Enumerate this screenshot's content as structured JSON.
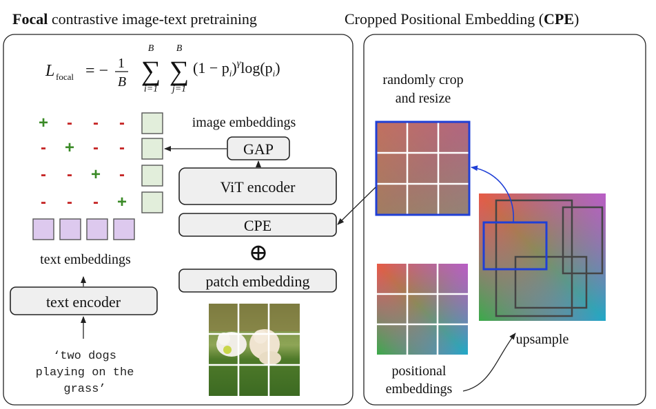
{
  "left_panel": {
    "title_bold": "Focal",
    "title_rest": " contrastive image-text pretraining",
    "loss": {
      "lhs": "L",
      "lhs_sub": "focal",
      "eq": "= −",
      "frac_num": "1",
      "frac_den": "B",
      "sum_top": "B",
      "sum_i": "i=1",
      "sum_j": "j=1",
      "sigma": "∑",
      "term": "(1 − p",
      "term_i": "i",
      "term_close": ")",
      "gamma": "γ",
      "log": "log(p",
      "log_i": "i",
      "log_close": ")"
    },
    "matrix_signs": [
      [
        "+",
        "-",
        "-",
        "-"
      ],
      [
        "-",
        "+",
        "-",
        "-"
      ],
      [
        "-",
        "-",
        "+",
        "-"
      ],
      [
        "-",
        "-",
        "-",
        "+"
      ]
    ],
    "image_embeddings_label": "image embeddings",
    "text_embeddings_label": "text embeddings",
    "gap_label": "GAP",
    "vit_label": "ViT encoder",
    "cpe_label": "CPE",
    "oplus": "⊕",
    "patch_label": "patch embedding",
    "text_encoder_label": "text encoder",
    "caption_lines": [
      "‘two dogs",
      "playing on the",
      "grass’"
    ]
  },
  "right_panel": {
    "title_rest": "Cropped Positional Embedding (",
    "title_bold": "CPE",
    "title_close": ")",
    "crop_label_lines": [
      "randomly crop",
      "and resize"
    ],
    "upsample_label": "upsample",
    "pos_label_lines": [
      "positional",
      "embeddings"
    ]
  },
  "colors": {
    "plus": "#3a8a26",
    "minus": "#c62828",
    "crop_highlight": "#1f3fd6",
    "image_embedding_fill": "#e2eedb",
    "text_embedding_fill": "#ddc9ee"
  }
}
